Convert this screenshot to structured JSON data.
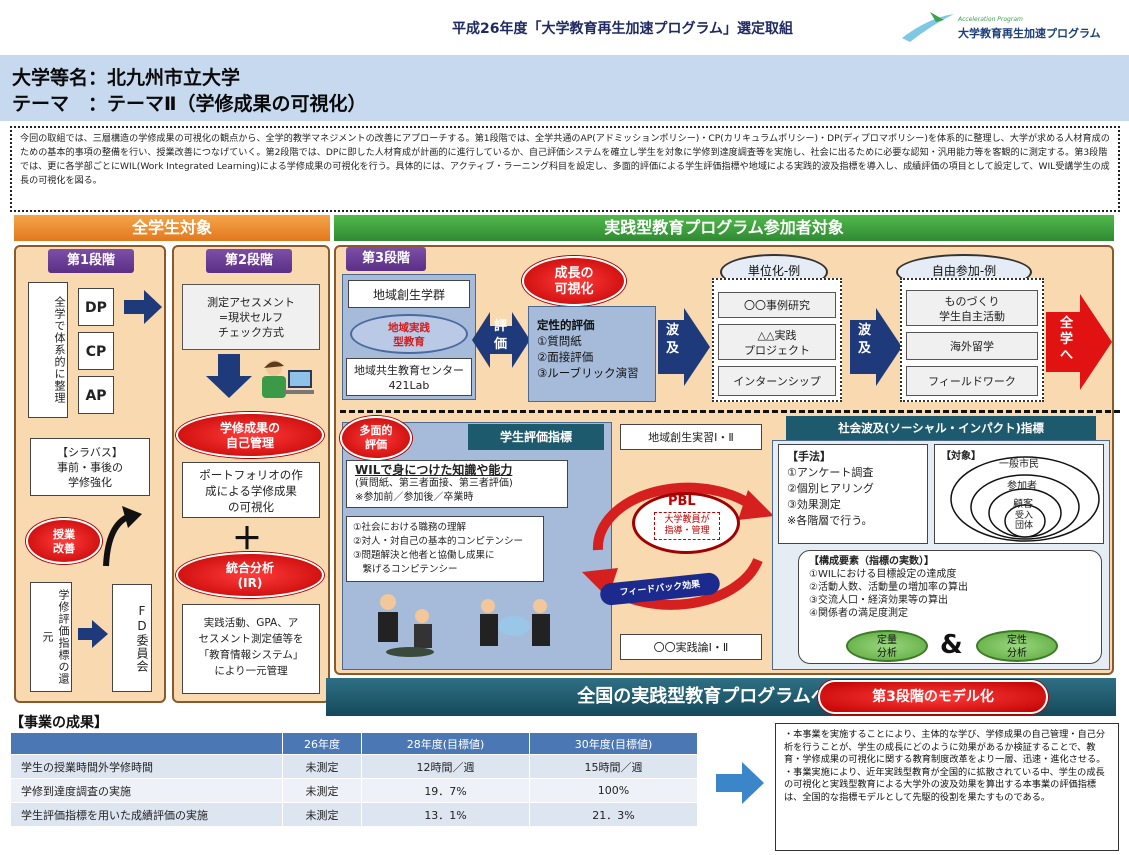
{
  "header": {
    "title": "平成26年度「大学教育再生加速プログラム」選定取組",
    "logo_small": "Acceleration Program",
    "logo_main": "大学教育再生加速プログラム"
  },
  "band": {
    "line1": "大学等名：北九州市立大学",
    "line2": "テーマ　：テーマⅡ（学修成果の可視化）"
  },
  "intro": "今回の取組では、三層構造の学修成果の可視化の観点から、全学的教学マネジメントの改善にアプローチする。第1段階では、全学共通のAP(アドミッションポリシー)・CP(カリキュラムポリシー)・DP(ディプロマポリシー)を体系的に整理し、大学が求める人材育成のための基本的事項の整備を行い、授業改善につなげていく。第2段階では、DPに即した人材育成が計画的に進行しているか、自己評価システムを確立し学生を対象に学修到達度調査等を実施し、社会に出るために必要な認知・汎用能力等を客観的に測定する。第3段階では、更に各学部ごとにWIL(Work Integrated Learning)による学修成果の可視化を行う。具体的には、アクティブ・ラーニング科目を設定し、多面的評価による学生評価指標や地域による実践的波及指標を導入し、成績評価の項目として設定して、WIL受講学生の成長の可視化を図る。",
  "bars": {
    "left": "全学生対象",
    "right": "実践型教育プログラム参加者対象"
  },
  "stage1": {
    "label": "第1段階",
    "vertical": "全学で体系的に整理",
    "dp": "DP",
    "cp": "CP",
    "ap": "AP",
    "syllabus": "【シラバス】\n事前・事後の\n学修強化",
    "kaizen": "授業\n改善",
    "vertical2": "学修評価指標の還元",
    "fd": "FD委員会"
  },
  "stage2": {
    "label": "第2段階",
    "assessment": "測定アセスメント\n=現状セルフ\nチェック方式",
    "self_mgmt": "学修成果の\n自己管理",
    "portfolio": "ポートフォリオの作\n成による学修成果\nの可視化",
    "plus": "＋",
    "ir": "統合分析\n(IR)",
    "ir_text": "実践活動、GPA、ア\nセスメント測定値等を\n「教育情報システム」\nにより一元管理"
  },
  "stage3": {
    "label": "第3段階",
    "faculty": "地域創生学群",
    "wil_oval": "地域実践\n型教育",
    "center": "地域共生教育センター\n421Lab",
    "hyoka": "評\n価",
    "growth": "成長の\n可視化",
    "qual_title": "定性的評価",
    "qual_1": "①質問紙",
    "qual_2": "②面接評価",
    "qual_3": "③ルーブリック演習",
    "hakyu1": "波\n及",
    "unit_title": "単位化-例",
    "unit_items": [
      "〇〇事例研究",
      "△△実践\nプロジェクト",
      "インターンシップ"
    ],
    "hakyu2": "波\n及",
    "free_title": "自由参加-例",
    "free_items": [
      "ものづくり\n学生自主活動",
      "海外留学",
      "フィールドワーク"
    ],
    "all_arrow": "全\n学\nへ"
  },
  "lower": {
    "multi_eval": "多面的\n評価",
    "student_index": "学生評価指標",
    "wil_title": "WILで身につけた知識や能力",
    "wil_sub": "(質問紙、第三者面接、第三者評価)",
    "wil_timing": "※参加前／参加後／卒業時",
    "wil_list": "①社会における職務の理解\n②対人・対自己の基本的コンピテンシー\n③問題解決と他者と協働し成果に\n　繋げるコンピテンシー",
    "practice1": "地域創生実習Ⅰ・Ⅱ",
    "pbl": "PBL",
    "pbl_sub": "大学教員が\n指導・管理",
    "feedback": "フィードバック効果",
    "practice2": "〇〇実践論Ⅰ・Ⅱ",
    "social_title": "社会波及(ソーシャル・インパクト)指標",
    "method_title": "【手法】",
    "methods": "①アンケート調査\n②個別ヒアリング\n③効果測定\n※各階層で行う。",
    "target_title": "【対象】",
    "targets": [
      "一般市民",
      "参加者",
      "顧客",
      "受入\n団体"
    ],
    "elements_title": "【構成要素（指標の実数）】",
    "elements": "①WILにおける目標設定の達成度\n②活動人数、活動量の増加率の算出\n③交流人口・経済効果等の算出\n④関係者の満足度測定",
    "quant": "定量\n分析",
    "amp": "&",
    "qual": "定性\n分析"
  },
  "bottom": {
    "national": "全国の実践型教育プログラムへ波及",
    "model": "第3段階のモデル化"
  },
  "results": {
    "title": "【事業の成果】",
    "columns": [
      "",
      "26年度",
      "28年度(目標値)",
      "30年度(目標値)"
    ],
    "rows": [
      [
        "学生の授業時間外学修時間",
        "未測定",
        "12時間／週",
        "15時間／週"
      ],
      [
        "学修到達度調査の実施",
        "未測定",
        "19．7%",
        "100%"
      ],
      [
        "学生評価指標を用いた成績評価の実施",
        "未測定",
        "13．1%",
        "21．3%"
      ]
    ]
  },
  "summary": "・本事業を実施することにより、主体的な学び、学修成果の自己管理・自己分析を行うことが、学生の成長にどのように効果があるか検証することで、教育・学修成果の可視化に関する教育制度改革をより一層、迅速・進化させる。\n・事業実施により、近年実践型教育が全国的に拡散されている中、学生の成長の可視化と実践型教育による大学外の波及効果を算出する本事業の評価指標は、全国的な指標モデルとして先駆的役割を果たすものである。",
  "colors": {
    "orange_bar": "#e2781e",
    "green_bar": "#2f8a33",
    "stage_purple": "#5b2f86",
    "red_oval": "#c00000",
    "panel_peach": "#f9d9b0",
    "table_header": "#4b78b5",
    "navy_arrow": "#1f3a7a"
  },
  "icons": [
    "right-arrow-icon",
    "down-arrow-icon",
    "curved-arrow-icon",
    "person-at-computer-icon",
    "group-discussion-icon",
    "bullseye-target-icon"
  ]
}
